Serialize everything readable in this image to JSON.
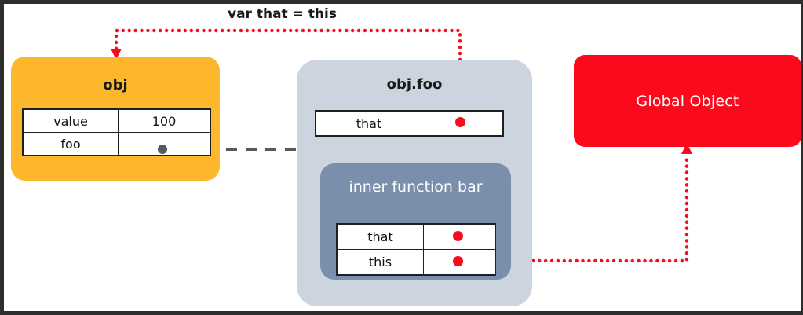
{
  "diagram": {
    "title": "JavaScript 'this' / 'that' scope diagram",
    "annotation": "var that = this",
    "colors": {
      "obj_fill": "#fcb72c",
      "objfoo_fill": "#ccd4e0",
      "innerbar_fill": "#798fac",
      "global_fill": "#fa0a1c",
      "reference_arrow": "#fa0a1c",
      "function_arrow": "#555a5e",
      "frame": "#2e2e2e",
      "table_border": "#1f1f1f"
    },
    "nodes": {
      "obj": {
        "label": "obj",
        "rows": [
          {
            "key": "value",
            "value": "100"
          },
          {
            "key": "foo",
            "value": ""
          }
        ]
      },
      "objfoo": {
        "label": "obj.foo",
        "rows": [
          {
            "key": "that",
            "value": ""
          }
        ]
      },
      "innerbar": {
        "label": "inner function bar",
        "rows": [
          {
            "key": "that",
            "value": ""
          },
          {
            "key": "this",
            "value": ""
          }
        ]
      },
      "global": {
        "label": "Global Object"
      }
    }
  }
}
